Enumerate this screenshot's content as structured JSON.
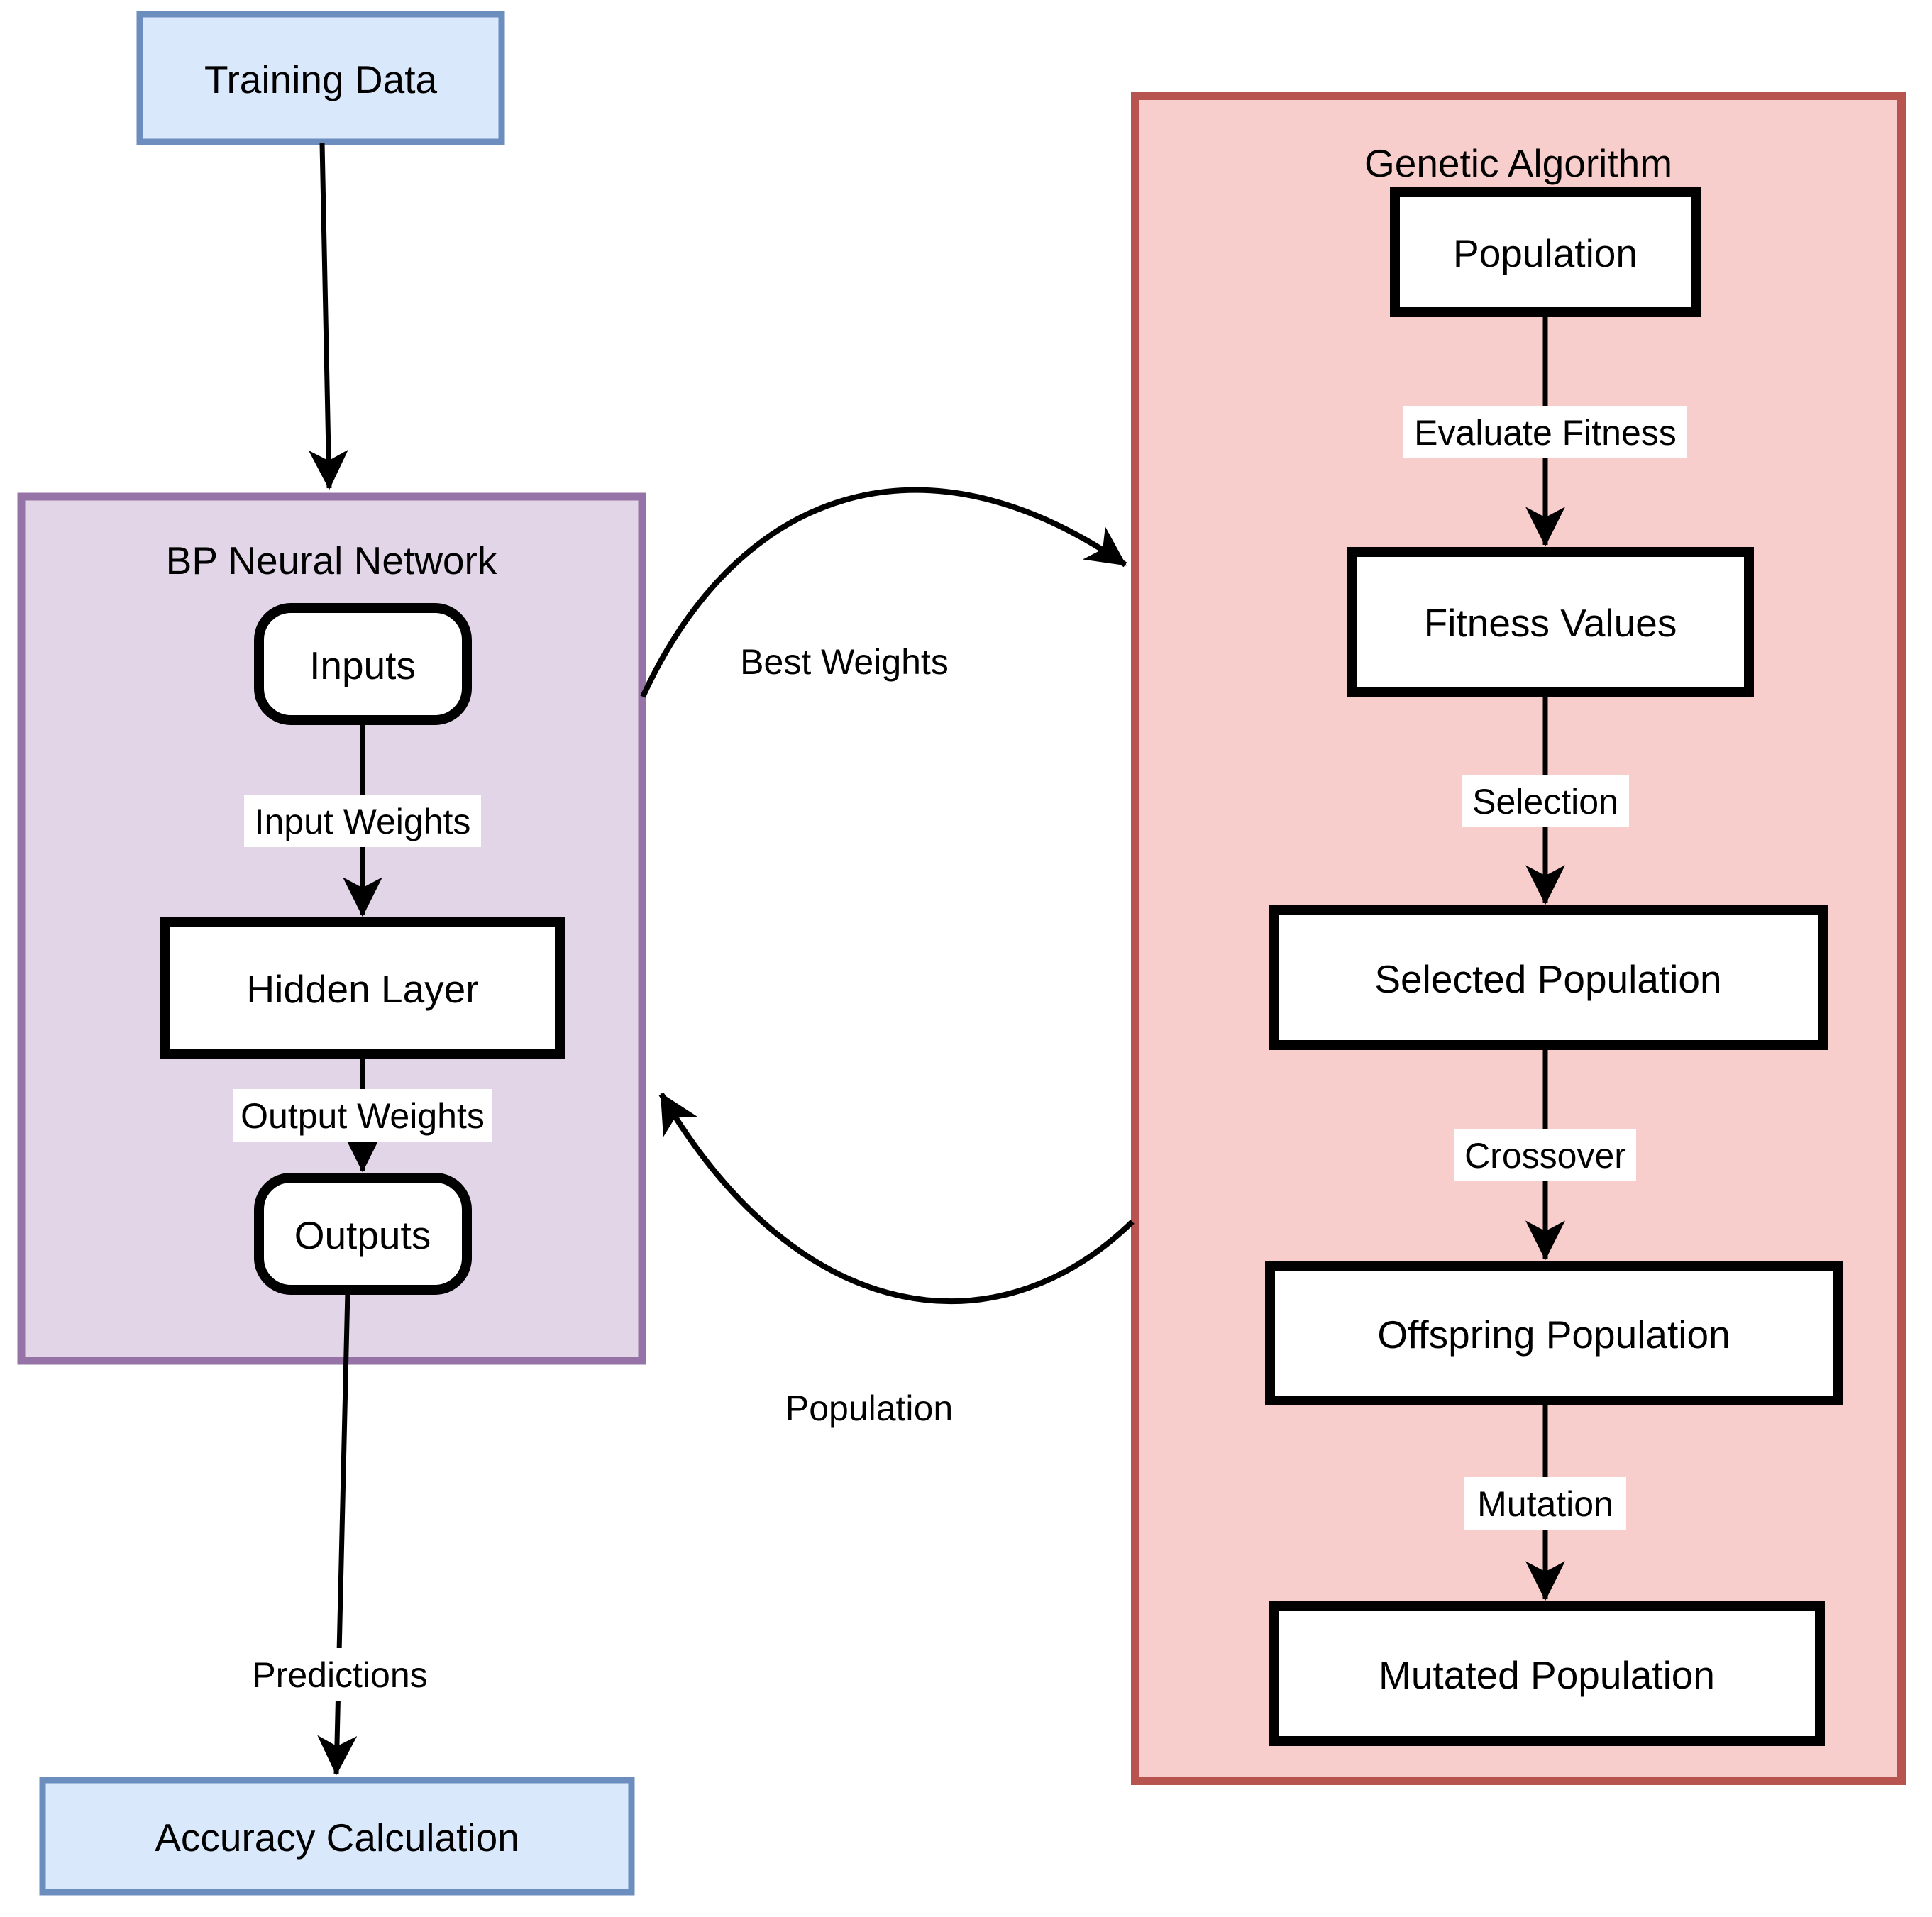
{
  "figure": {
    "type": "flowchart",
    "background": "#ffffff",
    "colors": {
      "blue_fill": "#dae8fc",
      "blue_stroke": "#6c8ebf",
      "purple_fill": "#e1d5e7",
      "purple_stroke": "#9673a6",
      "pink_fill": "#f8cecc",
      "pink_stroke": "#b85450",
      "node_fill": "#ffffff",
      "node_stroke": "#000000",
      "edge_color": "#000000",
      "label_bg": "#ffffff",
      "text_color": "#000000"
    },
    "containers": {
      "bp_network": {
        "title": "BP Neural Network"
      },
      "genetic_algorithm": {
        "title": "Genetic Algorithm"
      }
    },
    "nodes": {
      "training_data": {
        "label": "Training Data"
      },
      "inputs": {
        "label": "Inputs"
      },
      "hidden_layer": {
        "label": "Hidden Layer"
      },
      "outputs": {
        "label": "Outputs"
      },
      "accuracy_calculation": {
        "label": "Accuracy Calculation"
      },
      "population": {
        "label": "Population"
      },
      "fitness_values": {
        "label": "Fitness Values"
      },
      "selected_population": {
        "label": "Selected Population"
      },
      "offspring_population": {
        "label": "Offspring Population"
      },
      "mutated_population": {
        "label": "Mutated Population"
      }
    },
    "edge_labels": {
      "input_weights": "Input Weights",
      "output_weights": "Output Weights",
      "predictions": "Predictions",
      "evaluate_fitness": "Evaluate Fitness",
      "selection": "Selection",
      "crossover": "Crossover",
      "mutation": "Mutation",
      "best_weights": "Best Weights",
      "population_feedback": "Population"
    }
  }
}
